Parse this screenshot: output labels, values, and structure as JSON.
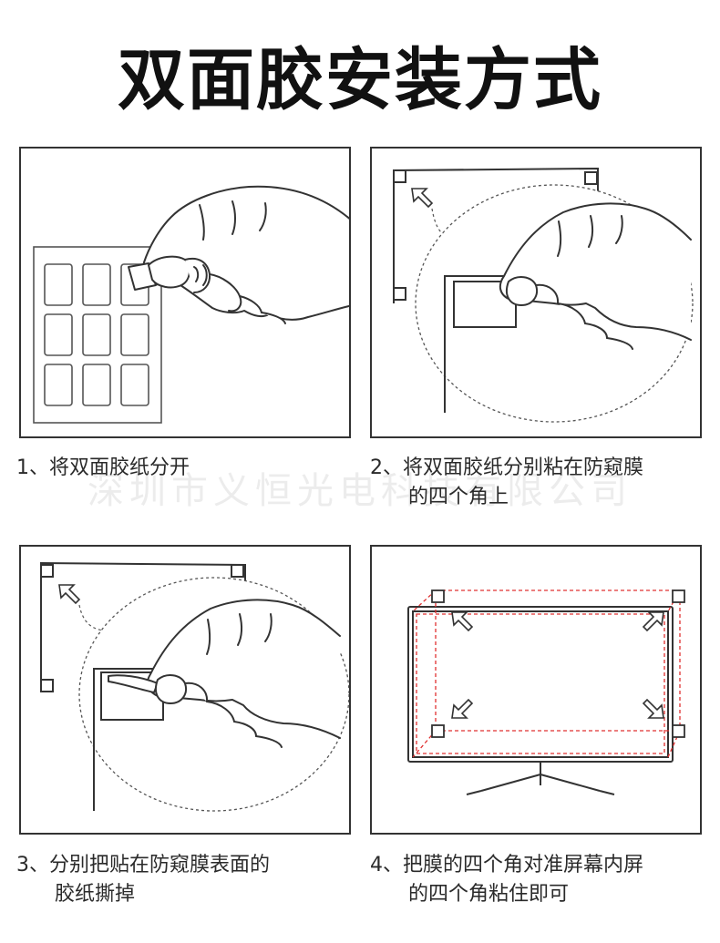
{
  "title": "双面胶安装方式",
  "watermark": "深圳市义恒光电科技有限公司",
  "steps": [
    {
      "line1": "1、将双面胶纸分开",
      "line2": ""
    },
    {
      "line1": "2、将双面胶纸分别粘在防窥膜",
      "line2": "的四个角上"
    },
    {
      "line1": "3、分别把贴在防窥膜表面的",
      "line2": "胶纸撕掉"
    },
    {
      "line1": "4、把膜的四个角对准屏幕内屏",
      "line2": "的四个角粘住即可"
    }
  ],
  "colors": {
    "line": "#333333",
    "accent_dashed": "#e03030",
    "text": "#2a2a2a"
  },
  "icons": [
    "hand-pinching-icon",
    "sticker-sheet-icon",
    "arrow-icon",
    "monitor-icon"
  ]
}
